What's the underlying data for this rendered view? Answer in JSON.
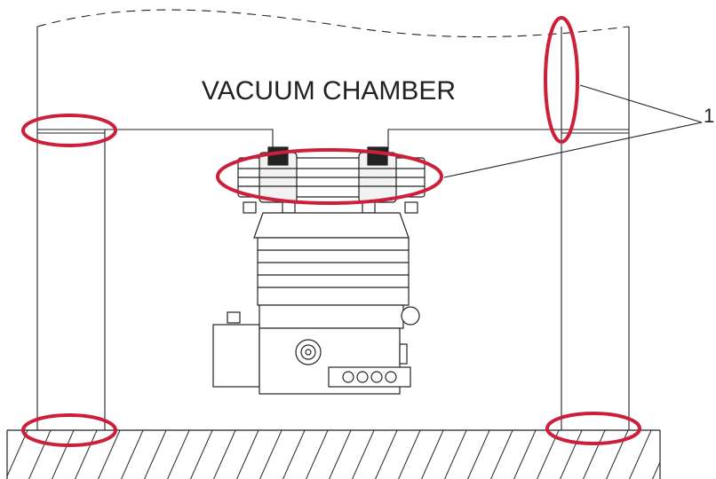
{
  "diagram": {
    "chamber_label": "VACUUM CHAMBER",
    "callout_number": "1"
  },
  "colors": {
    "highlight": "#cc1f3a",
    "line": "#222222",
    "background": "#ffffff"
  },
  "icons": [
    "vacuum-pump-drawing",
    "hatched-floor",
    "seal-highlight-ellipse"
  ]
}
